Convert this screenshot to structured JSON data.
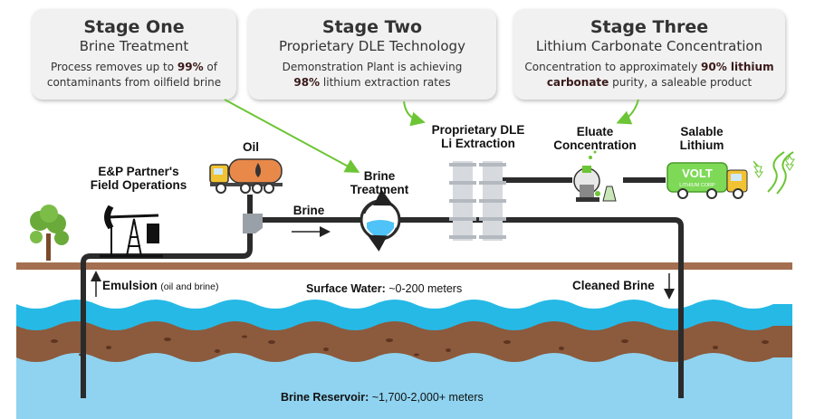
{
  "stages": [
    {
      "title": "Stage One",
      "subtitle": "Brine Treatment",
      "desc_1": "Process removes up to ",
      "desc_bold_1": "99%",
      "desc_2": " of",
      "desc_3": "contaminants from oilfield brine"
    },
    {
      "title": "Stage Two",
      "subtitle": "Proprietary DLE Technology",
      "desc_1": "Demonstration Plant is achieving",
      "desc_bold_1": "98%",
      "desc_2": " lithium extraction rates"
    },
    {
      "title": "Stage Three",
      "subtitle": "Lithium Carbonate Concentration",
      "desc_1": "Concentration to approximately ",
      "desc_bold_1": "90% lithium",
      "desc_bold_2": "carbonate",
      "desc_2": " purity, a saleable product"
    }
  ],
  "labels": {
    "oil": "Oil",
    "ep_1": "E&P Partner's",
    "ep_2": "Field Operations",
    "brine": "Brine",
    "brine_treat_1": "Brine",
    "brine_treat_2": "Treatment",
    "dle_1": "Proprietary DLE",
    "dle_2": "Li Extraction",
    "eluate_1": "Eluate",
    "eluate_2": "Concentration",
    "salable_1": "Salable",
    "salable_2": "Lithium",
    "truck_logo": "VOLT",
    "truck_logo_sub": "LITHIUM CORP",
    "emulsion": "Emulsion",
    "emulsion_note": "(oil and brine)",
    "surface_label": "Surface Water:",
    "surface_value": "~0-200 meters",
    "cleaned_brine": "Cleaned Brine",
    "reservoir_label": "Brine Reservoir:",
    "reservoir_value": "~1,700-2,000+ meters"
  },
  "colors": {
    "green_arrow": "#6cc534",
    "pipe": "#2b2b2b",
    "ground": "#a36f50",
    "water": "#26b9e6",
    "soil": "#8c5a3c",
    "reservoir": "#8fd3f0",
    "truck_green": "#7ed957",
    "tanker_orange": "#e8894a"
  }
}
